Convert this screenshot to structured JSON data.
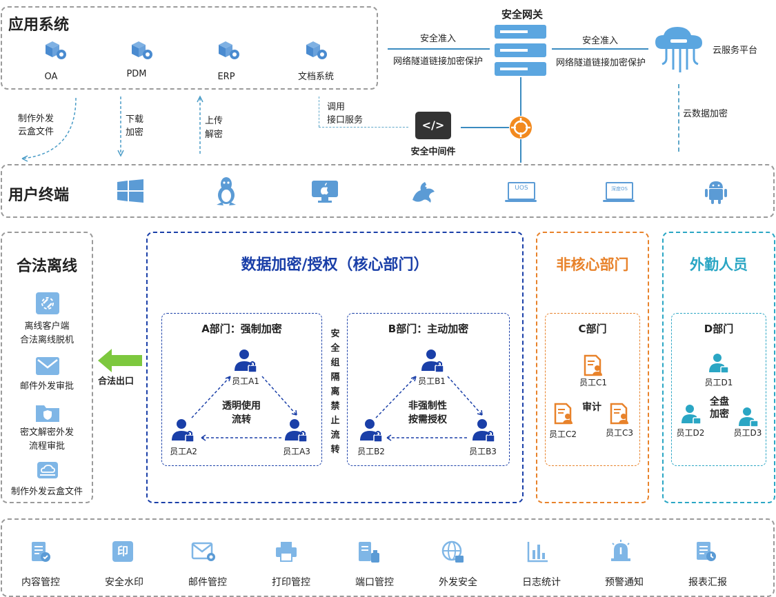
{
  "colors": {
    "blue": "#1a3fa8",
    "orange": "#e8822a",
    "teal": "#2aa6c4",
    "green": "#7dc83e",
    "icon_blue": "#5b9bd5",
    "gray": "#9a9a9a"
  },
  "app_system": {
    "title": "应用系统",
    "apps": [
      {
        "label": "OA",
        "icon": "app-cube-icon"
      },
      {
        "label": "PDM",
        "icon": "app-cube-icon"
      },
      {
        "label": "ERP",
        "icon": "app-cube-icon"
      },
      {
        "label": "文档系统",
        "icon": "app-cube-icon"
      }
    ]
  },
  "gateway": {
    "title": "安全网关",
    "left_top": "安全准入",
    "left_bottom": "网络隧道链接加密保护",
    "right_top": "安全准入",
    "right_bottom": "网络隧道链接加密保护"
  },
  "cloud": {
    "label": "云服务平台",
    "encrypt": "云数据加密"
  },
  "middleware": {
    "label": "安全中间件",
    "icon_text": "</>",
    "call_1": "调用",
    "call_2": "接口服务"
  },
  "flows": {
    "make_1": "制作外发",
    "make_2": "云盒文件",
    "down_1": "下载",
    "down_2": "加密",
    "up_1": "上传",
    "up_2": "解密"
  },
  "terminal": {
    "title": "用户终端",
    "os": [
      {
        "name": "windows-icon"
      },
      {
        "name": "linux-icon"
      },
      {
        "name": "mac-icon"
      },
      {
        "name": "kylin-icon"
      },
      {
        "name": "uos-icon",
        "text": "UOS"
      },
      {
        "name": "deepin-icon",
        "text": "深度OS"
      },
      {
        "name": "android-icon"
      }
    ]
  },
  "offline": {
    "title": "合法离线",
    "items": [
      {
        "l1": "离线客户端",
        "l2": "合法离线脱机"
      },
      {
        "l1": "邮件外发审批",
        "l2": ""
      },
      {
        "l1": "密文解密外发",
        "l2": "流程审批"
      },
      {
        "l1": "制作外发云盒文件",
        "l2": ""
      }
    ],
    "exit": "合法出口"
  },
  "core": {
    "title": "数据加密/授权（核心部门）",
    "isolation": [
      "安",
      "全",
      "组",
      "隔",
      "离",
      "禁",
      "止",
      "流",
      "转"
    ],
    "dept_a": {
      "title": "A部门：强制加密",
      "center_1": "透明使用",
      "center_2": "流转",
      "e1": "员工A1",
      "e2": "员工A2",
      "e3": "员工A3"
    },
    "dept_b": {
      "title": "B部门：主动加密",
      "center_1": "非强制性",
      "center_2": "按需授权",
      "e1": "员工B1",
      "e2": "员工B2",
      "e3": "员工B3"
    }
  },
  "noncore": {
    "title": "非核心部门",
    "dept": "C部门",
    "center": "审计",
    "e1": "员工C1",
    "e2": "员工C2",
    "e3": "员工C3"
  },
  "field": {
    "title": "外勤人员",
    "dept": "D部门",
    "center_1": "全盘",
    "center_2": "加密",
    "e1": "员工D1",
    "e2": "员工D2",
    "e3": "员工D3"
  },
  "features": [
    {
      "label": "内容管控",
      "icon": "content-control-icon"
    },
    {
      "label": "安全水印",
      "icon": "watermark-icon",
      "glyph": "印"
    },
    {
      "label": "邮件管控",
      "icon": "mail-control-icon"
    },
    {
      "label": "打印管控",
      "icon": "print-control-icon"
    },
    {
      "label": "端口管控",
      "icon": "port-control-icon"
    },
    {
      "label": "外发安全",
      "icon": "outgoing-security-icon"
    },
    {
      "label": "日志统计",
      "icon": "log-stats-icon"
    },
    {
      "label": "预警通知",
      "icon": "alert-icon"
    },
    {
      "label": "报表汇报",
      "icon": "report-icon"
    }
  ]
}
